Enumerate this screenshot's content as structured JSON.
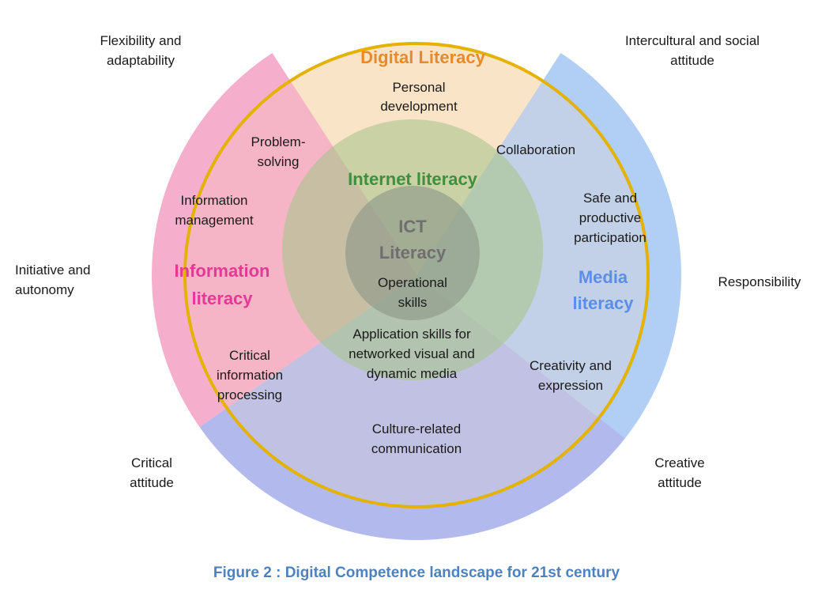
{
  "colors": {
    "info_band": "#f4a6c6",
    "media_band": "#a9c9f3",
    "bottom_band": "#aeb5ec",
    "digital_fill": "#fae4c8",
    "ring": "#e4b200",
    "internet_fill": "#a9c48e",
    "ict_fill": "#8f9a88",
    "digital_title": "#e8892a",
    "internet_title": "#3e8f3e",
    "ict_title": "#6f6f6f",
    "info_title": "#e23a96",
    "media_title": "#5b8ee6",
    "caption": "#4f81bd"
  },
  "titles": {
    "digital": "Digital Literacy",
    "internet": "Internet literacy",
    "ict_line1": "ICT",
    "ict_line2": "Literacy",
    "information_line1": "Information",
    "information_line2": "literacy",
    "media_line1": "Media",
    "media_line2": "literacy"
  },
  "skills": {
    "personal_development_1": "Personal",
    "personal_development_2": "development",
    "problem_solving_1": "Problem-",
    "problem_solving_2": "solving",
    "collaboration": "Collaboration",
    "information_management_1": "Information",
    "information_management_2": "management",
    "safe_participation_1": "Safe and",
    "safe_participation_2": "productive",
    "safe_participation_3": "participation",
    "operational_skills_1": "Operational",
    "operational_skills_2": "skills",
    "application_skills_1": "Application skills for",
    "application_skills_2": "networked visual and",
    "application_skills_3": "dynamic media",
    "critical_processing_1": "Critical",
    "critical_processing_2": "information",
    "critical_processing_3": "processing",
    "creativity_expression_1": "Creativity and",
    "creativity_expression_2": "expression",
    "culture_communication_1": "Culture-related",
    "culture_communication_2": "communication"
  },
  "attitudes": {
    "flexibility_1": "Flexibility and",
    "flexibility_2": "adaptability",
    "intercultural_1": "Intercultural and social",
    "intercultural_2": "attitude",
    "initiative_1": "Initiative and",
    "initiative_2": "autonomy",
    "responsibility": "Responsibility",
    "critical_1": "Critical",
    "critical_2": "attitude",
    "creative_1": "Creative",
    "creative_2": "attitude"
  },
  "caption": "Figure 2 : Digital Competence landscape for 21st century"
}
